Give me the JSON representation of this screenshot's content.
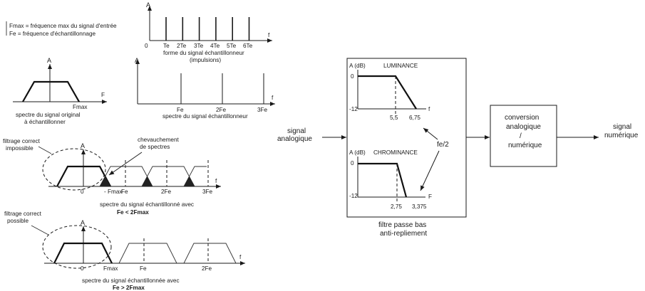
{
  "legend": {
    "fmax_def": "Fmax = fréquence max du signal d'entrée",
    "fe_def": "Fe = fréquence d'échantillonnage"
  },
  "impulses_plot": {
    "axis_y": "A",
    "axis_x": "f",
    "origin": "0",
    "ticks": [
      "Te",
      "2Te",
      "3Te",
      "4Te",
      "5Te",
      "6Te"
    ],
    "caption_1": "forme du signal échantillonneur",
    "caption_2": "(impulsions)"
  },
  "original_spectrum": {
    "axis_y": "A",
    "axis_x": "F",
    "tick": "Fmax",
    "caption_1": "spectre du signal original",
    "caption_2": "à échantillonner"
  },
  "sampler_spectrum": {
    "axis_y": "A",
    "axis_x": "f",
    "ticks": [
      "Fe",
      "2Fe",
      "3Fe"
    ],
    "caption": "spectre du signal échantillonneur"
  },
  "aliasing_plot": {
    "axis_y": "A",
    "axis_x": "f",
    "origin": "0",
    "ticks": [
      "- Fmax",
      "Fe",
      "2Fe",
      "3Fe"
    ],
    "note_left_1": "filtrage correct",
    "note_left_2": "impossible",
    "note_right_1": "chevauchement",
    "note_right_2": "de spectres",
    "caption_1": "spectre du signal échantillonné avec",
    "caption_2": "Fe < 2Fmax"
  },
  "correct_plot": {
    "axis_y": "A",
    "axis_x": "f",
    "origin": "0",
    "ticks": [
      "Fmax",
      "Fe",
      "2Fe"
    ],
    "note_left_1": "filtrage correct",
    "note_left_2": "possible",
    "caption_1": "spectre du signal échantillonnée avec",
    "caption_2": "Fe > 2Fmax"
  },
  "chain": {
    "input_1": "signal",
    "input_2": "analogique",
    "output_1": "signal",
    "output_2": "numérique",
    "adc_1": "conversion",
    "adc_2": "analogique",
    "adc_3": "/",
    "adc_4": "numérique",
    "filter_caption_1": "filtre passe bas",
    "filter_caption_2": "anti-repliement",
    "fe_half": "fe/2"
  },
  "luminance": {
    "title": "LUMINANCE",
    "ylabel": "A (dB)",
    "y0": "0",
    "y1": "-12",
    "x_pass": "5,5",
    "x_stop": "6,75",
    "xlabel": "f"
  },
  "chrominance": {
    "title": "CHROMINANCE",
    "ylabel": "A (dB)",
    "y0": "0",
    "y1": "-12",
    "x_pass": "2,75",
    "x_stop": "3,375",
    "xlabel": "F"
  }
}
